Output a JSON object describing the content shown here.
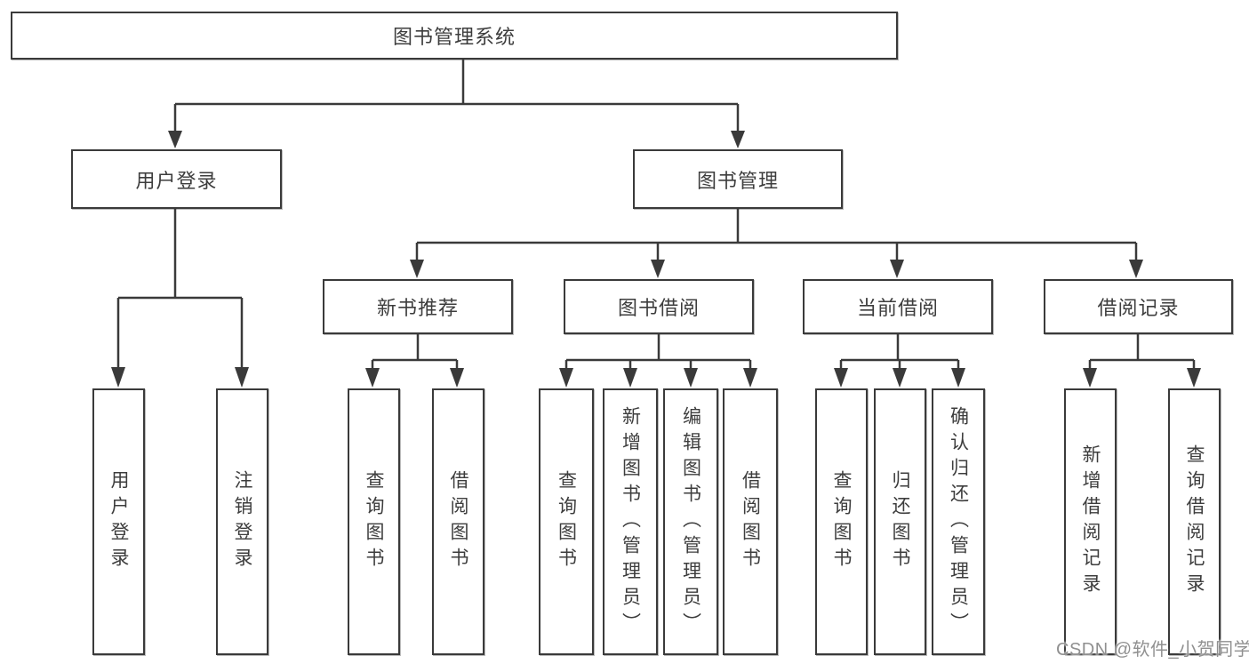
{
  "colors": {
    "line": "#3a3a3a",
    "text": "#3d3d3d",
    "watermark": "#909090",
    "background": "#ffffff"
  },
  "diagram": {
    "root": {
      "label": "图书管理系统"
    },
    "branches": [
      {
        "label": "用户登录",
        "children": [
          "用户登录",
          "注销登录"
        ]
      },
      {
        "label": "图书管理",
        "sections": [
          {
            "label": "新书推荐",
            "children": [
              "查询图书",
              "借阅图书"
            ]
          },
          {
            "label": "图书借阅",
            "children": [
              "查询图书",
              "新增图书（管理员）",
              "编辑图书（管理员）",
              "借阅图书"
            ]
          },
          {
            "label": "当前借阅",
            "children": [
              "查询图书",
              "归还图书",
              "确认归还（管理员）"
            ]
          },
          {
            "label": "借阅记录",
            "children": [
              "新增借阅记录",
              "查询借阅记录"
            ]
          }
        ]
      }
    ]
  },
  "watermark": {
    "text": "CSDN @软件_小贺同学"
  }
}
